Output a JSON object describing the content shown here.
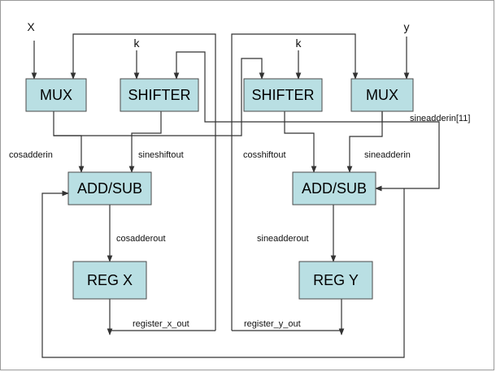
{
  "diagram": {
    "inputs": {
      "x": "X",
      "k_left": "k",
      "k_right": "k",
      "y": "y"
    },
    "blocks": {
      "mux_left": "MUX",
      "shifter_left": "SHIFTER",
      "shifter_right": "SHIFTER",
      "mux_right": "MUX",
      "addsub_left": "ADD/SUB",
      "addsub_right": "ADD/SUB",
      "reg_x": "REG X",
      "reg_y": "REG Y"
    },
    "signals": {
      "cosadderin": "cosadderin",
      "sineshiftout": "sineshiftout",
      "cosshiftout": "cosshiftout",
      "sineadderin": "sineadderin",
      "sineadderin_bit": "sineadderin[11]",
      "cosadderout": "cosadderout",
      "sineadderout": "sineadderout",
      "register_x_out": "register_x_out",
      "register_y_out": "register_y_out"
    },
    "colors": {
      "block_fill": "#b9dfe3",
      "line": "#333333"
    }
  }
}
